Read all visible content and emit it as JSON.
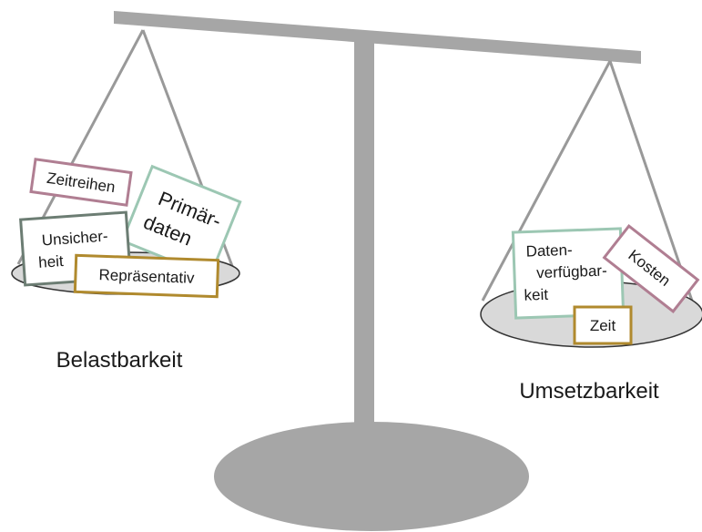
{
  "colors": {
    "beam": "#a6a6a6",
    "pan_fill": "#d9d9d9",
    "pan_edge": "#333333",
    "card_pink": "#b07e92",
    "card_mint": "#9cc7b3",
    "card_darkgreen": "#6c7d73",
    "card_gold": "#b08a2e"
  },
  "left_pan": {
    "label": "Belastbarkeit",
    "cards": {
      "zeitreihen": "Zeitreihen",
      "primaerdaten_1": "Primär-",
      "primaerdaten_2": "daten",
      "unsicherheit_1": "Unsicher-",
      "unsicherheit_2": "heit",
      "repraesentativ": "Repräsentativ"
    }
  },
  "right_pan": {
    "label": "Umsetzbarkeit",
    "cards": {
      "datenverfuegbarkeit_1": "Daten-",
      "datenverfuegbarkeit_2": "verfügbar-",
      "datenverfuegbarkeit_3": "keit",
      "kosten": "Kosten",
      "zeit": "Zeit"
    }
  }
}
